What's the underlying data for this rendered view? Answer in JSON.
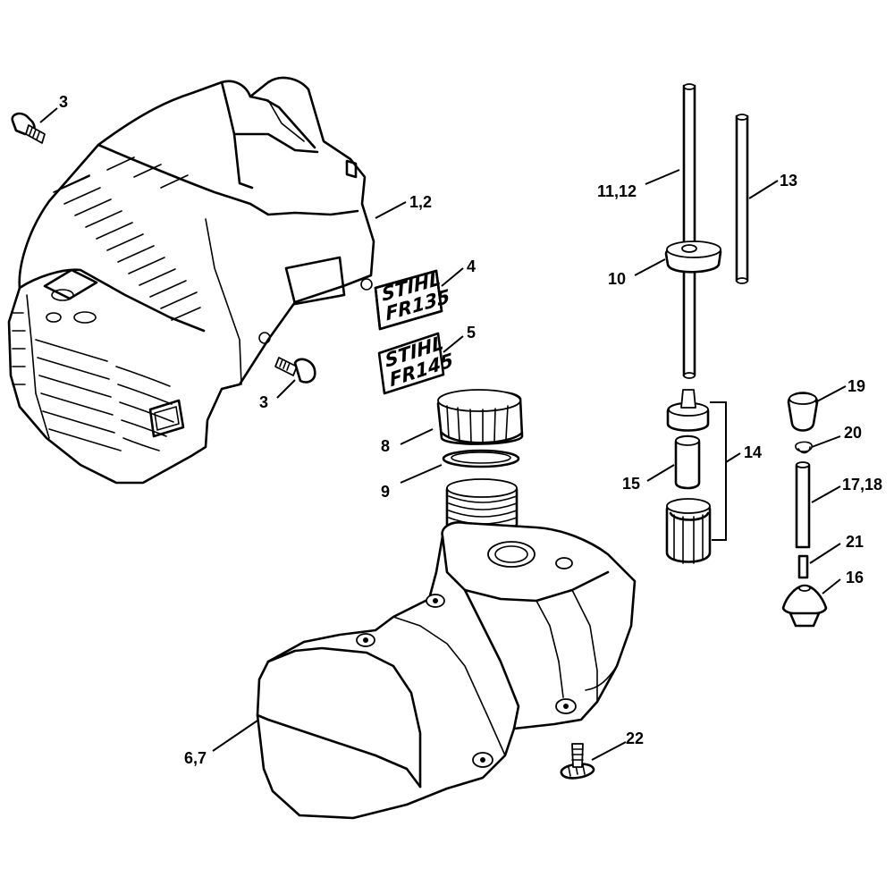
{
  "decals": {
    "decal_4": {
      "brand": "STIHL",
      "model": "FR135"
    },
    "decal_5": {
      "brand": "STIHL",
      "model": "FR145"
    }
  },
  "callouts": {
    "c_3_top": "3",
    "c_1_2": "1,2",
    "c_4": "4",
    "c_5": "5",
    "c_3_bottom": "3",
    "c_8": "8",
    "c_9": "9",
    "c_6_7": "6,7",
    "c_22": "22",
    "c_11_12": "11,12",
    "c_13": "13",
    "c_10": "10",
    "c_14": "14",
    "c_15": "15",
    "c_19": "19",
    "c_20": "20",
    "c_17_18": "17,18",
    "c_21": "21",
    "c_16": "16"
  }
}
